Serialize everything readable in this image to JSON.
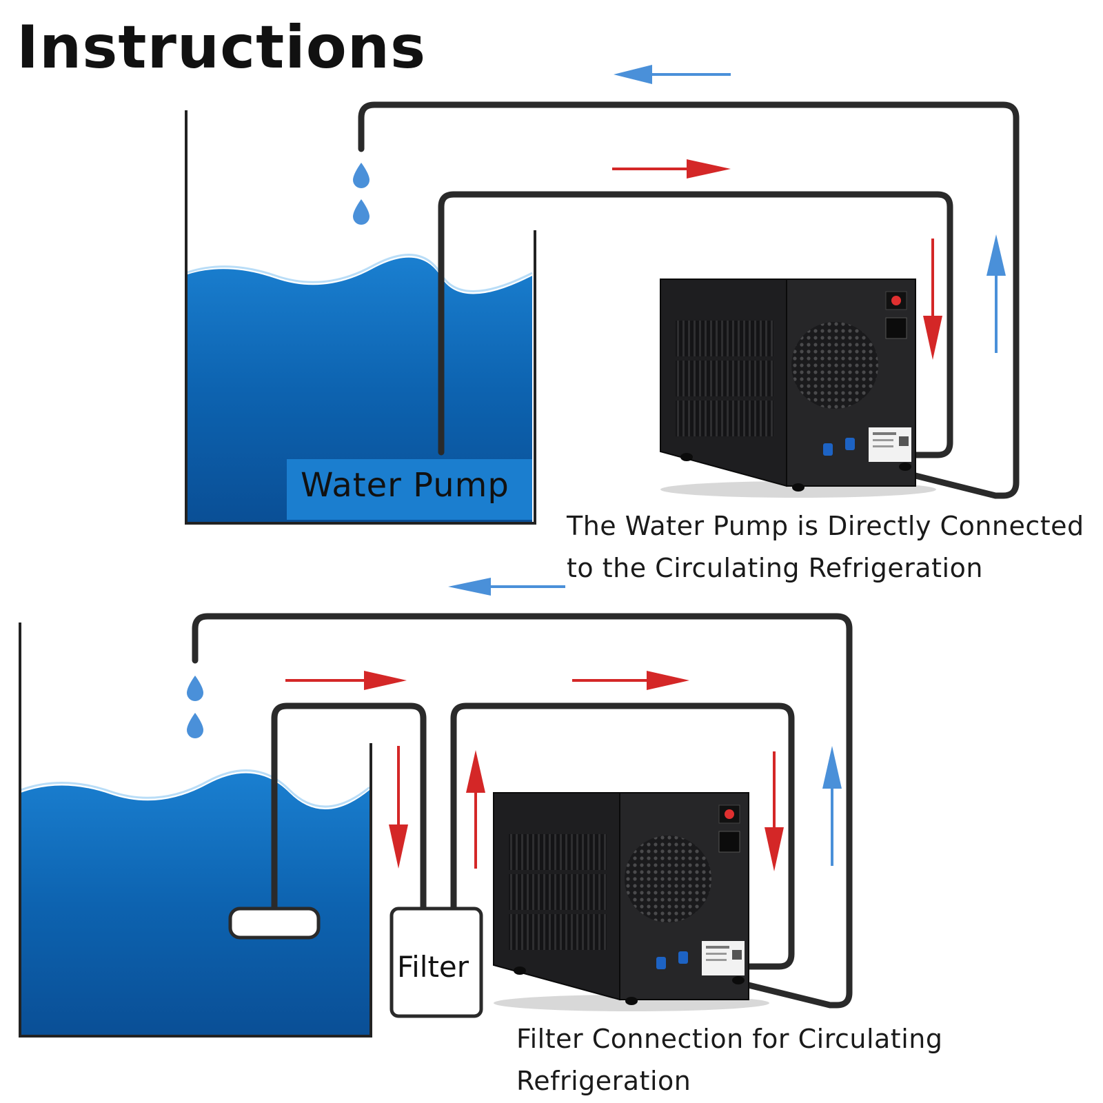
{
  "title": "Instructions",
  "diagram_top": {
    "pump_label": "Water Pump",
    "caption_line1": "The Water Pump is Directly Connected",
    "caption_line2": "to the Circulating Refrigeration"
  },
  "diagram_bottom": {
    "filter_label": "Filter",
    "caption_line1": "Filter Connection for Circulating",
    "caption_line2": "Refrigeration"
  },
  "colors": {
    "inflow_arrow": "#d42727",
    "return_arrow": "#4a90d9",
    "pipe": "#2a2a2a",
    "water": "#0f6fbf",
    "chiller_body": "#1c1c1e"
  },
  "icons": [
    "water-drop-icon",
    "flow-arrow-icon",
    "chiller-unit-icon",
    "fan-grille-icon",
    "power-switch-icon"
  ]
}
